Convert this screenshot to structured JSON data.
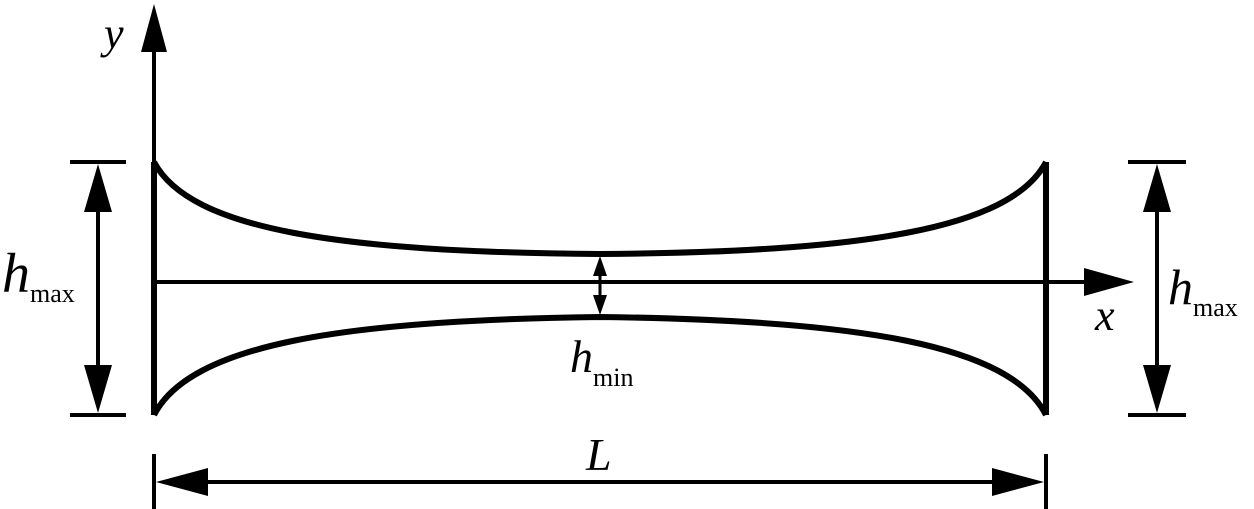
{
  "diagram": {
    "axis_y_label": "y",
    "axis_x_label": "x",
    "length_label": "L",
    "hmax_left": {
      "symbol": "h",
      "subscript": "max"
    },
    "hmax_right": {
      "symbol": "h",
      "subscript": "max"
    },
    "hmin": {
      "symbol": "h",
      "subscript": "min"
    },
    "colors": {
      "ink": "#000000",
      "background": "#ffffff"
    }
  }
}
